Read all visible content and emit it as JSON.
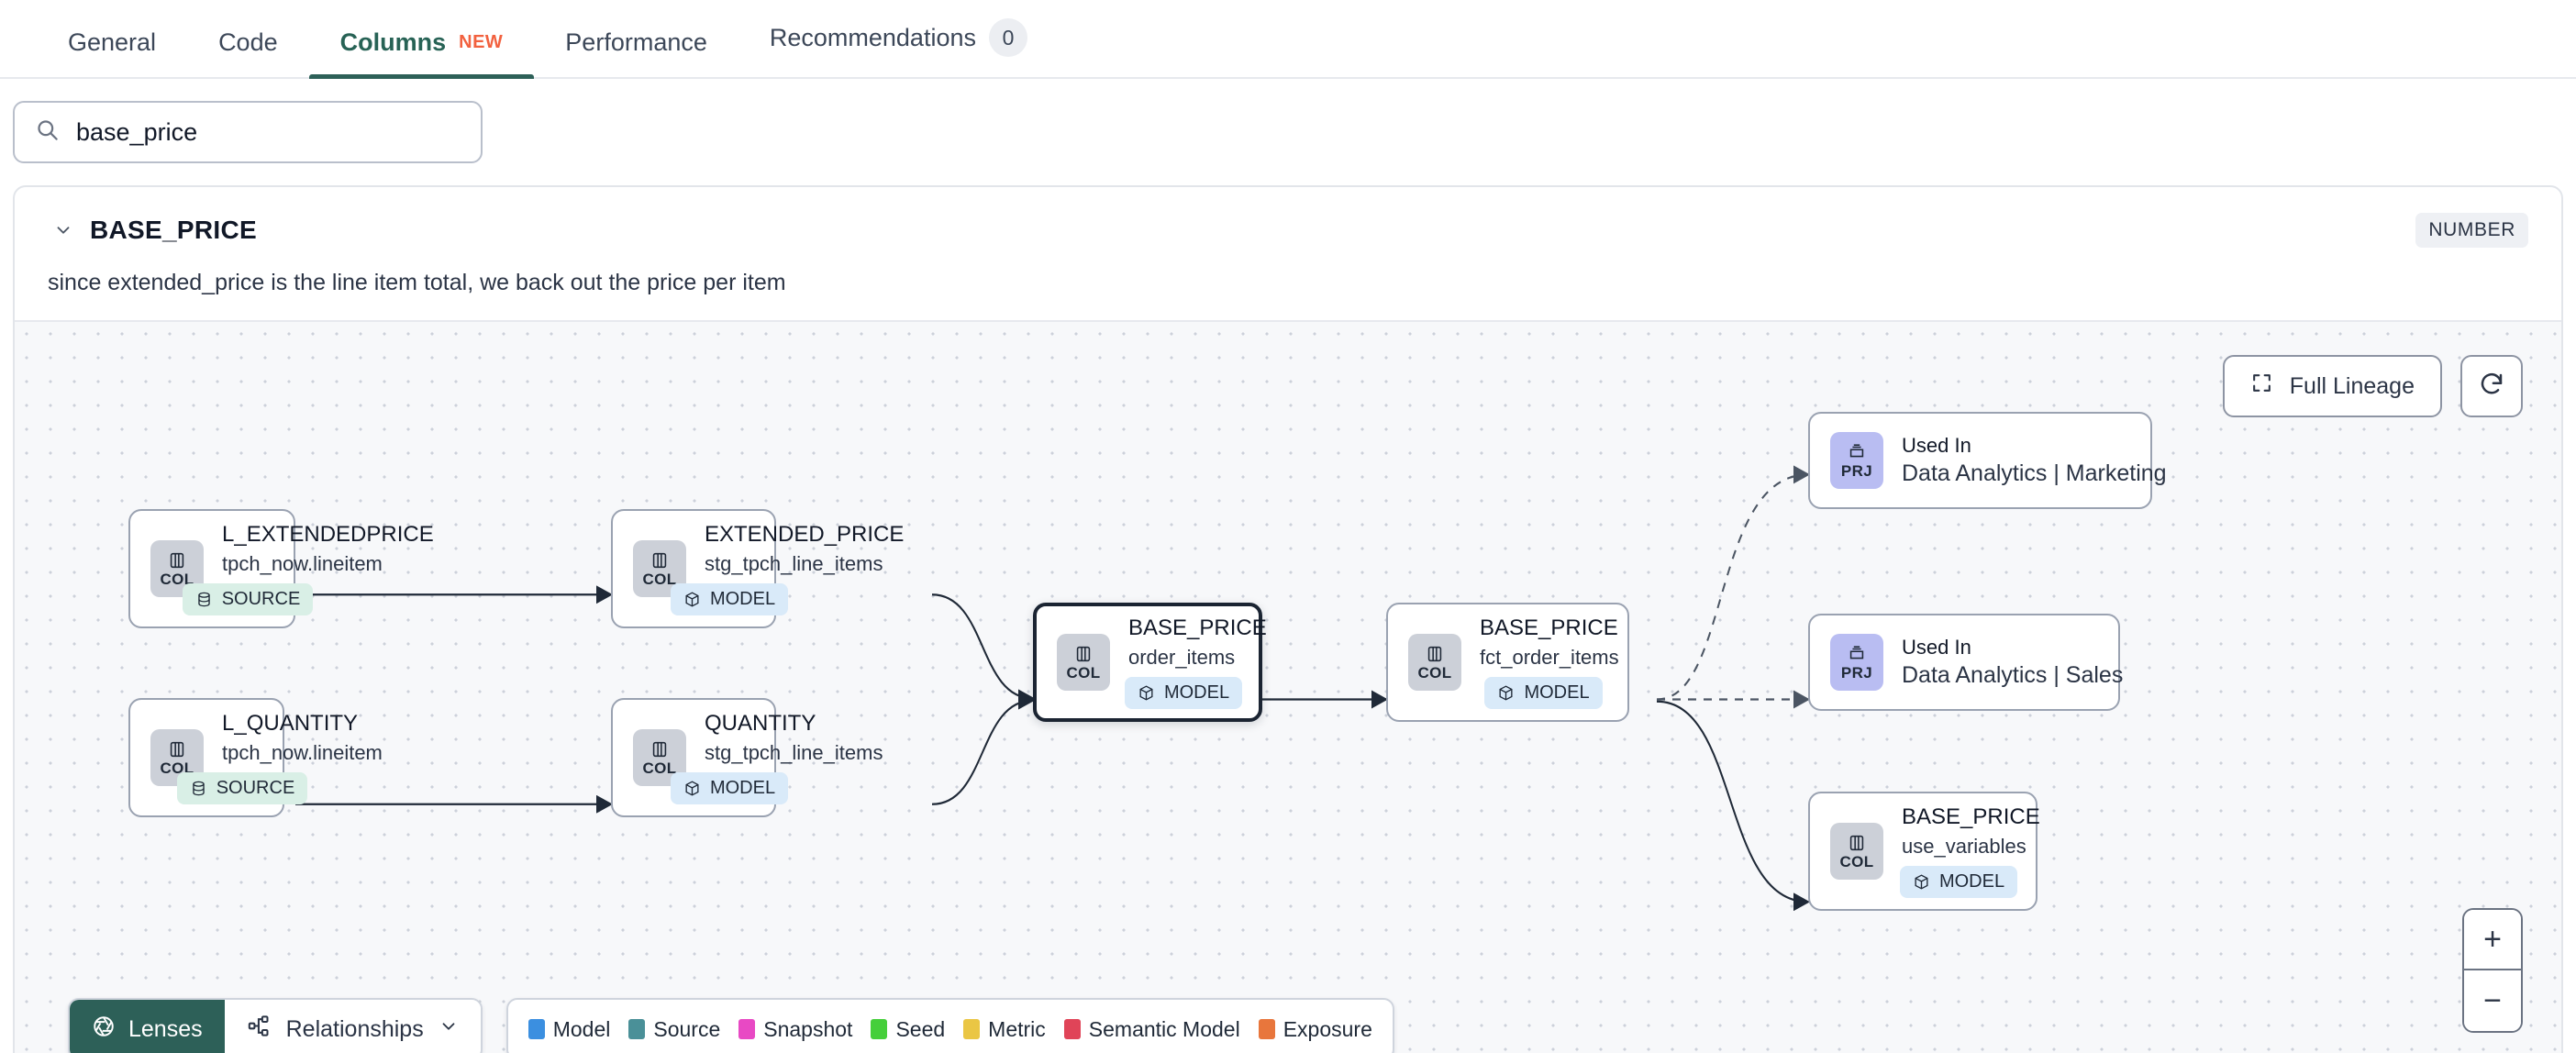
{
  "tabs": [
    {
      "label": "General",
      "active": false
    },
    {
      "label": "Code",
      "active": false
    },
    {
      "label": "Columns",
      "active": true,
      "tag": "NEW"
    },
    {
      "label": "Performance",
      "active": false
    },
    {
      "label": "Recommendations",
      "active": false,
      "count": "0"
    }
  ],
  "search": {
    "value": "base_price",
    "placeholder": "Search columns",
    "icon": "search-icon"
  },
  "column": {
    "name": "BASE_PRICE",
    "type_badge": "NUMBER",
    "description": "since extended_price is the line item total, we back out the price per item",
    "chevron_icon": "chevron-down-icon"
  },
  "canvas": {
    "full_lineage_label": "Full Lineage",
    "full_lineage_icon": "expand-icon",
    "refresh_icon": "refresh-icon",
    "zoom_in_label": "+",
    "zoom_out_label": "−"
  },
  "nodes": [
    {
      "id": "l_extendedprice",
      "kind": "col",
      "icon_label": "COL",
      "title": "L_EXTENDEDPRICE",
      "sub": "tpch_now.lineitem",
      "badge": "SOURCE",
      "badge_type": "source",
      "selected": false
    },
    {
      "id": "l_quantity",
      "kind": "col",
      "icon_label": "COL",
      "title": "L_QUANTITY",
      "sub": "tpch_now.lineitem",
      "badge": "SOURCE",
      "badge_type": "source",
      "selected": false
    },
    {
      "id": "extended_price",
      "kind": "col",
      "icon_label": "COL",
      "title": "EXTENDED_PRICE",
      "sub": "stg_tpch_line_items",
      "badge": "MODEL",
      "badge_type": "model",
      "selected": false
    },
    {
      "id": "quantity",
      "kind": "col",
      "icon_label": "COL",
      "title": "QUANTITY",
      "sub": "stg_tpch_line_items",
      "badge": "MODEL",
      "badge_type": "model",
      "selected": false
    },
    {
      "id": "base_price_order_items",
      "kind": "col",
      "icon_label": "COL",
      "title": "BASE_PRICE",
      "sub": "order_items",
      "badge": "MODEL",
      "badge_type": "model",
      "selected": true
    },
    {
      "id": "base_price_fct",
      "kind": "col",
      "icon_label": "COL",
      "title": "BASE_PRICE",
      "sub": "fct_order_items",
      "badge": "MODEL",
      "badge_type": "model",
      "selected": false
    },
    {
      "id": "used_in_marketing",
      "kind": "prj",
      "icon_label": "PRJ",
      "title": "Used In",
      "sub": "Data Analytics | Marketing",
      "selected": false
    },
    {
      "id": "used_in_sales",
      "kind": "prj",
      "icon_label": "PRJ",
      "title": "Used In",
      "sub": "Data Analytics | Sales",
      "selected": false
    },
    {
      "id": "base_price_use_variables",
      "kind": "col",
      "icon_label": "COL",
      "title": "BASE_PRICE",
      "sub": "use_variables",
      "badge": "MODEL",
      "badge_type": "model",
      "selected": false
    }
  ],
  "toolbar": {
    "lenses_label": "Lenses",
    "lenses_icon": "aperture-icon",
    "relationships_label": "Relationships",
    "relationships_icon": "relationships-icon",
    "relationships_chevron": "chevron-down-icon"
  },
  "legend": [
    {
      "label": "Model",
      "color": "#3b8fe0"
    },
    {
      "label": "Source",
      "color": "#4a9098"
    },
    {
      "label": "Snapshot",
      "color": "#e849c4"
    },
    {
      "label": "Seed",
      "color": "#45cf3a"
    },
    {
      "label": "Metric",
      "color": "#eac644"
    },
    {
      "label": "Semantic Model",
      "color": "#e04458"
    },
    {
      "label": "Exposure",
      "color": "#e8763c"
    }
  ]
}
